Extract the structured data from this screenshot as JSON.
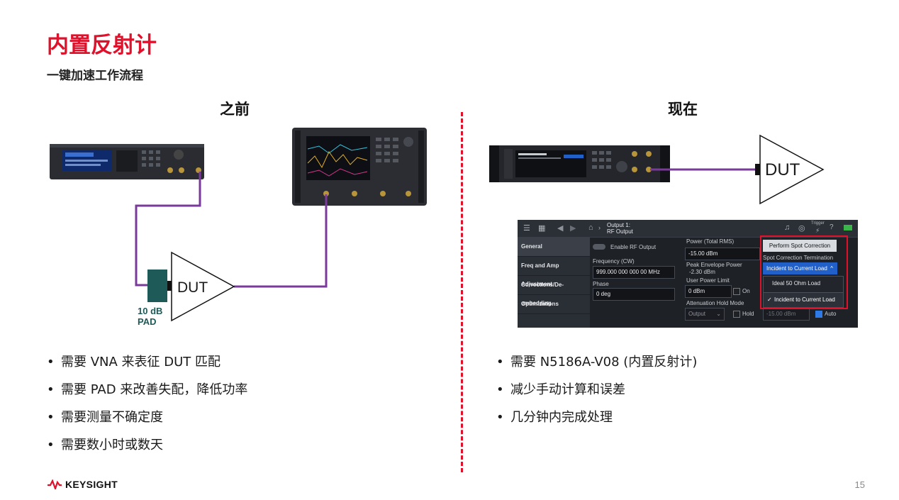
{
  "slide": {
    "title": "内置反射计",
    "subtitle": "一键加速工作流程",
    "left_heading": "之前",
    "right_heading": "现在",
    "page_number": "15",
    "logo_text": "KEYSIGHT"
  },
  "left_diagram": {
    "dut_label": "DUT",
    "pad_label_line1": "10 dB",
    "pad_label_line2": "PAD",
    "cable_color": "#7a3a9a",
    "pad_color": "#1e5a58"
  },
  "right_diagram": {
    "dut_label": "DUT"
  },
  "left_bullets": [
    "需要 VNA 来表征 DUT 匹配",
    "需要 PAD 来改善失配，降低功率",
    "需要测量不确定度",
    "需要数小时或数天"
  ],
  "right_bullets": [
    "需要 N5186A-V08 (内置反射计)",
    "减少手动计算和误差",
    "几分钟内完成处理"
  ],
  "ui": {
    "breadcrumb_line1": "Output 1:",
    "breadcrumb_line2": "RF Output",
    "trigger_label": "Trigger",
    "nav": [
      "General",
      "Freq and Amp Adjustment",
      "Corrections/De-embedding",
      "Optimizations"
    ],
    "enable_rf_output": "Enable RF Output",
    "frequency_label": "Frequency (CW)",
    "frequency_value": "999.000 000 000 00 MHz",
    "phase_label": "Phase",
    "phase_value": "0 deg",
    "power_label": "Power (Total RMS)",
    "power_value": "-15.00 dBm",
    "peak_env_label": "Peak Envelope Power",
    "peak_env_value": "-2.30 dBm",
    "user_power_limit_label": "User Power Limit",
    "user_power_limit_value": "0 dBm",
    "on_label": "On",
    "atten_hold_label": "Attenuation Hold Mode",
    "atten_hold_value": "Output",
    "hold_label": "Hold",
    "bottom_power_value": "-15.00 dBm",
    "auto_label": "Auto",
    "spot_button": "Perform Spot Correction",
    "spot_term_label": "Spot Correction Termination",
    "spot_term_selected": "Incident to Current Load",
    "menu_options": [
      "Ideal 50 Ohm Load",
      "Incident to Current Load"
    ],
    "menu_checked": "✓",
    "accent_color": "#2060c8",
    "highlight_color": "#e0112b"
  },
  "colors": {
    "brand_red": "#e0112b"
  }
}
